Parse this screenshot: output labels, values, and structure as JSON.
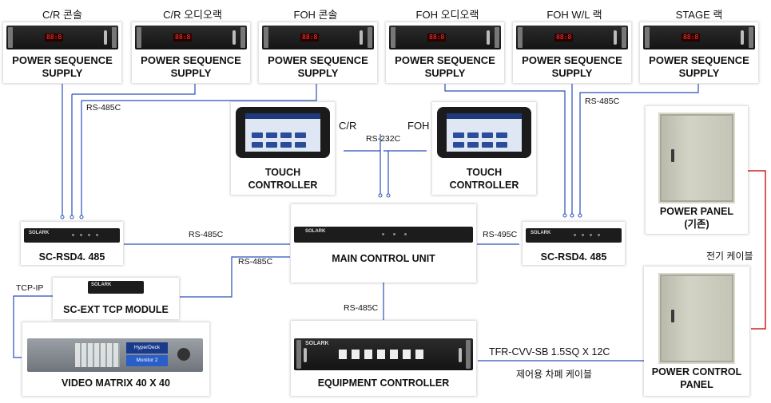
{
  "locations": [
    "C/R 콘솔",
    "C/R 오디오랙",
    "FOH 콘솔",
    "FOH 오디오랙",
    "FOH W/L 랙",
    "STAGE 랙"
  ],
  "power_supply": {
    "line1": "POWER SEQUENCE",
    "line2": "SUPPLY"
  },
  "touch": {
    "line1": "TOUCH",
    "line2": "CONTROLLER",
    "left_loc": "C/R",
    "right_loc": "FOH"
  },
  "main_unit": "MAIN CONTROL UNIT",
  "rsd_left": "SC-RSD4. 485",
  "rsd_right": "SC-RSD4. 485",
  "ext_tcp": "SC-EXT TCP MODULE",
  "video_matrix": "VIDEO MATRIX 40 X 40",
  "equipment": "EQUIPMENT CONTROLLER",
  "power_panel": {
    "line1": "POWER PANEL",
    "line2": "(기존)"
  },
  "power_control": {
    "line1": "POWER CONTROL",
    "line2": "PANEL"
  },
  "wires": {
    "rs485_top_left": "RS-485C",
    "rs485_top_right": "RS-485C",
    "rs232": "RS-232C",
    "rs485_main_left": "RS-485C",
    "rs485_main_right": "RS-495C",
    "rs485_ext": "RS-485C",
    "tcpip": "TCP-IP",
    "rs485_equipment": "RS-485C",
    "power_cable": "전기 케이블",
    "control_cable_spec": "TFR-CVV-SB 1.5SQ X 12C",
    "control_cable": "제어용 차폐 케이블"
  },
  "device_text": {
    "display": "88:8",
    "rsd_brand": "SOLARK",
    "main_brand": "SOLARK",
    "equip_brand": "SOLARK",
    "matrix_brand": "HyperDeck Studio",
    "matrix_screen": "Monitor 2"
  },
  "colors": {
    "wire": "#2a4fb8",
    "power_wire": "#d42020"
  }
}
